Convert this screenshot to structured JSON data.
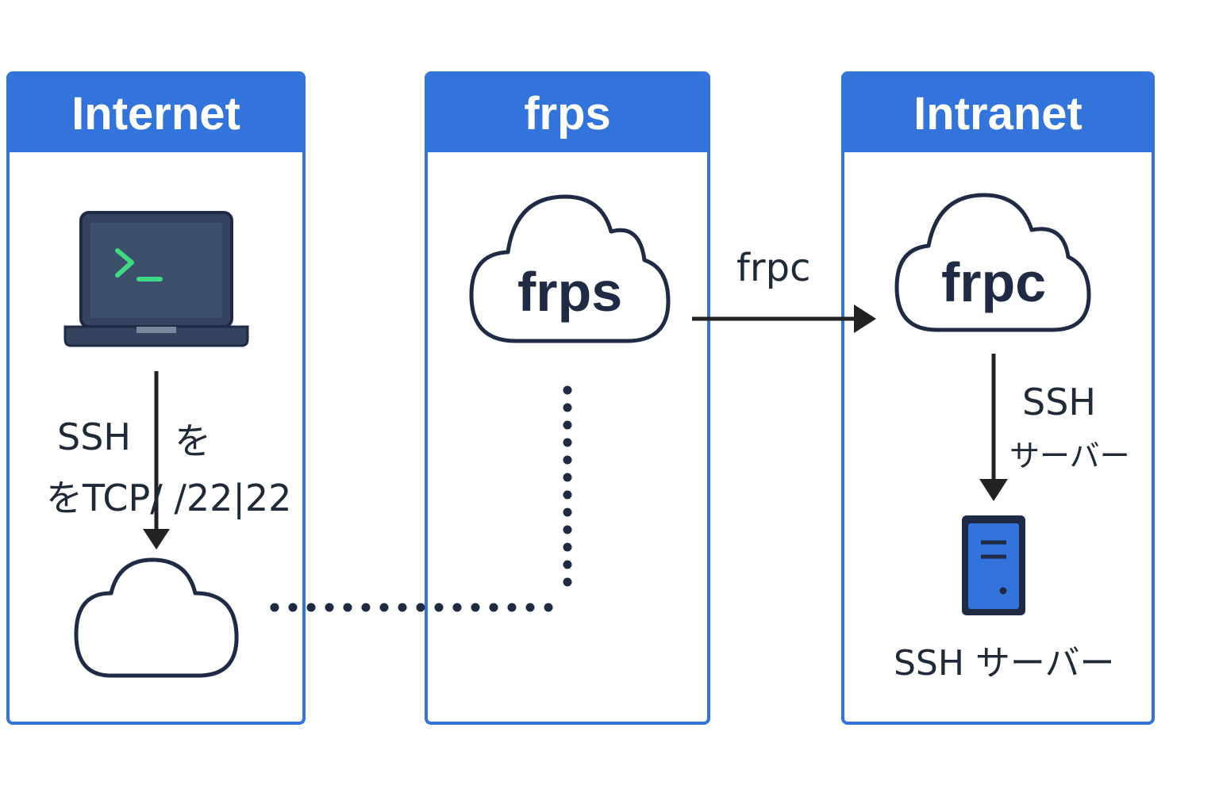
{
  "panels": {
    "internet": {
      "title": "Internet"
    },
    "frps": {
      "title": "frps"
    },
    "intranet": {
      "title": "Intranet"
    }
  },
  "labels": {
    "ssh_left": "SSH",
    "wo": "を",
    "tcp_route": "をTCP/ /22|22",
    "frps_cloud": "frps",
    "frpc_arrow": "frpc",
    "frpc_cloud": "frpc",
    "ssh_right_line1": "SSH",
    "ssh_right_line2": "サーバー",
    "ssh_server_caption": "SSH サーバー"
  },
  "icons": [
    "terminal-laptop-icon",
    "cloud-icon",
    "server-icon"
  ],
  "colors": {
    "accent": "#3273dc",
    "dark": "#1f2a44",
    "terminal_green": "#3ddc84"
  }
}
